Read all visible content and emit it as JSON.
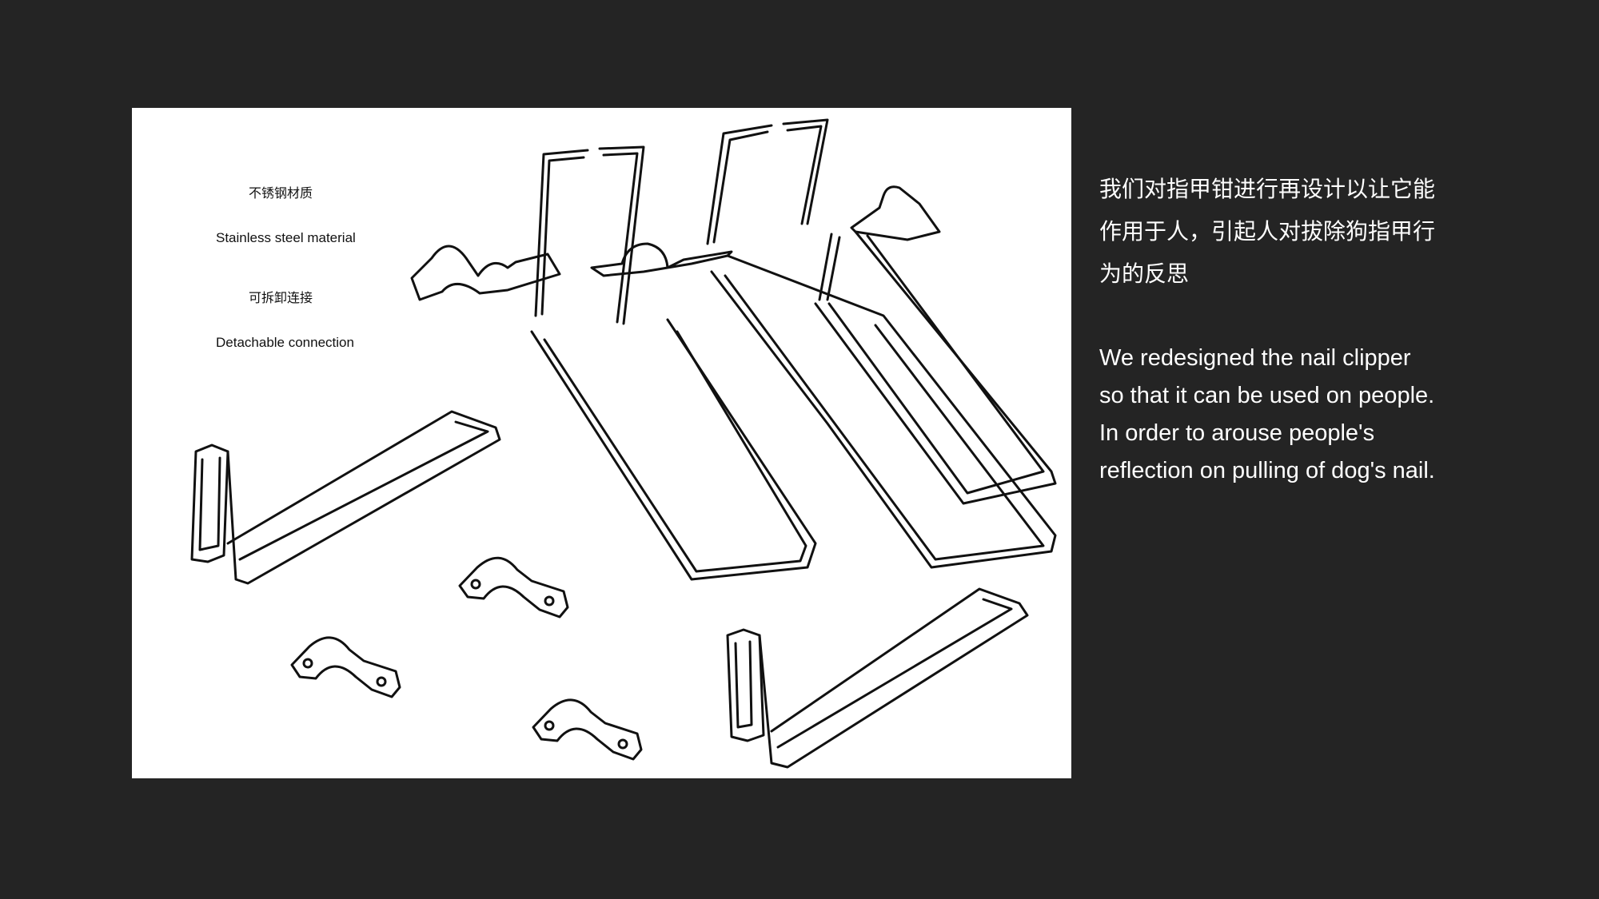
{
  "sketch": {
    "labels": {
      "material_cn": "不锈钢材质",
      "material_en": "Stainless steel material",
      "connection_cn": "可拆卸连接",
      "connection_en": "Detachable connection"
    }
  },
  "description": {
    "cn_lines": [
      "我们对指甲钳进行再设计以让它能",
      "作用于人，引起人对拔除狗指甲行",
      "为的反思"
    ],
    "en_lines": [
      "We redesigned the nail clipper",
      "so that it can be used on people.",
      "In order to arouse people's",
      "reflection on pulling of dog's nail."
    ]
  },
  "colors": {
    "background": "#242424",
    "panel": "#ffffff",
    "ink": "#111111",
    "text": "#ffffff"
  }
}
